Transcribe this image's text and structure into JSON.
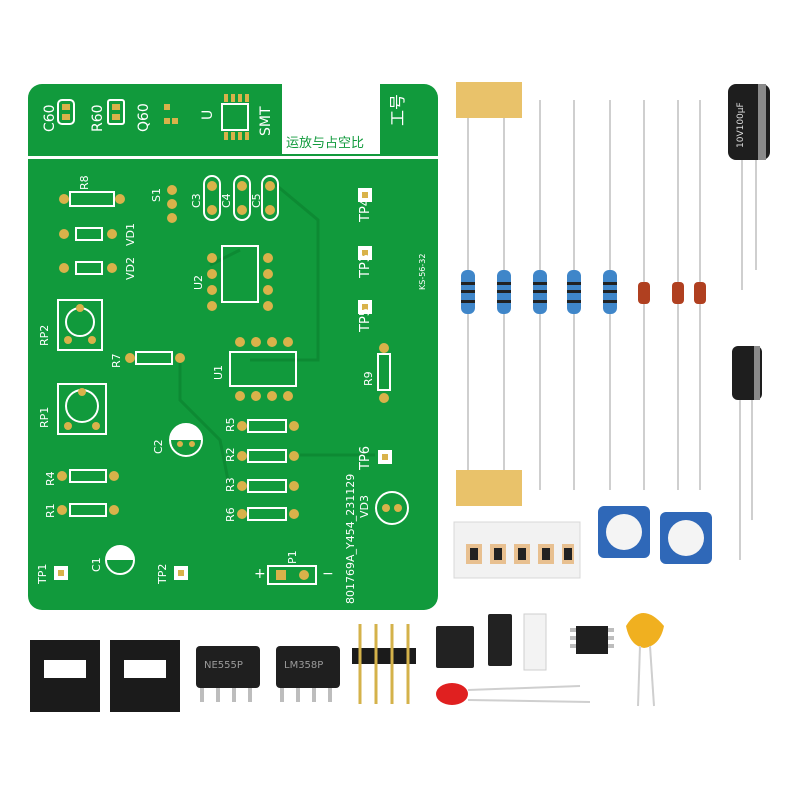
{
  "pcb": {
    "top_labels": {
      "c60": "C60",
      "r60": "R60",
      "q60": "Q60",
      "u": "U",
      "smt": "SMT"
    },
    "title_box_text": "运放与占空比",
    "title_side_text": "工号",
    "refs": {
      "r8": "R8",
      "vd1": "VD1",
      "vd2": "VD2",
      "s1": "S1",
      "c3": "C3",
      "c4": "C4",
      "c5": "C5",
      "tp4": "TP4",
      "tp3": "TP3",
      "tp5": "TP5",
      "u2": "U2",
      "u1": "U1",
      "rp2": "RP2",
      "rp1": "RP1",
      "r7": "R7",
      "r9": "R9",
      "c2": "C2",
      "r5": "R5",
      "r2": "R2",
      "r3": "R3",
      "r6": "R6",
      "tp6": "TP6",
      "r4": "R4",
      "r1": "R1",
      "vd3": "VD3",
      "tp1": "TP1",
      "c1": "C1",
      "tp2": "TP2",
      "p1": "P1"
    },
    "board_code": "801769A_Y454_231129",
    "ks_code": "KS-56-32",
    "p1_plus": "+",
    "p1_minus": "−"
  },
  "components": {
    "ic1_text": "NE555P",
    "ic2_text": "LM358P",
    "cap_text": "10V100μF"
  },
  "colors": {
    "pcb_green": "#119a3c",
    "pad_gold": "#d9b24a",
    "resistor_blue": "#3f86c9",
    "tape_yellow": "#e9c26a",
    "ic_black": "#1f1f1f",
    "led_red": "#e02020",
    "ceramic_cap": "#f0b020"
  }
}
